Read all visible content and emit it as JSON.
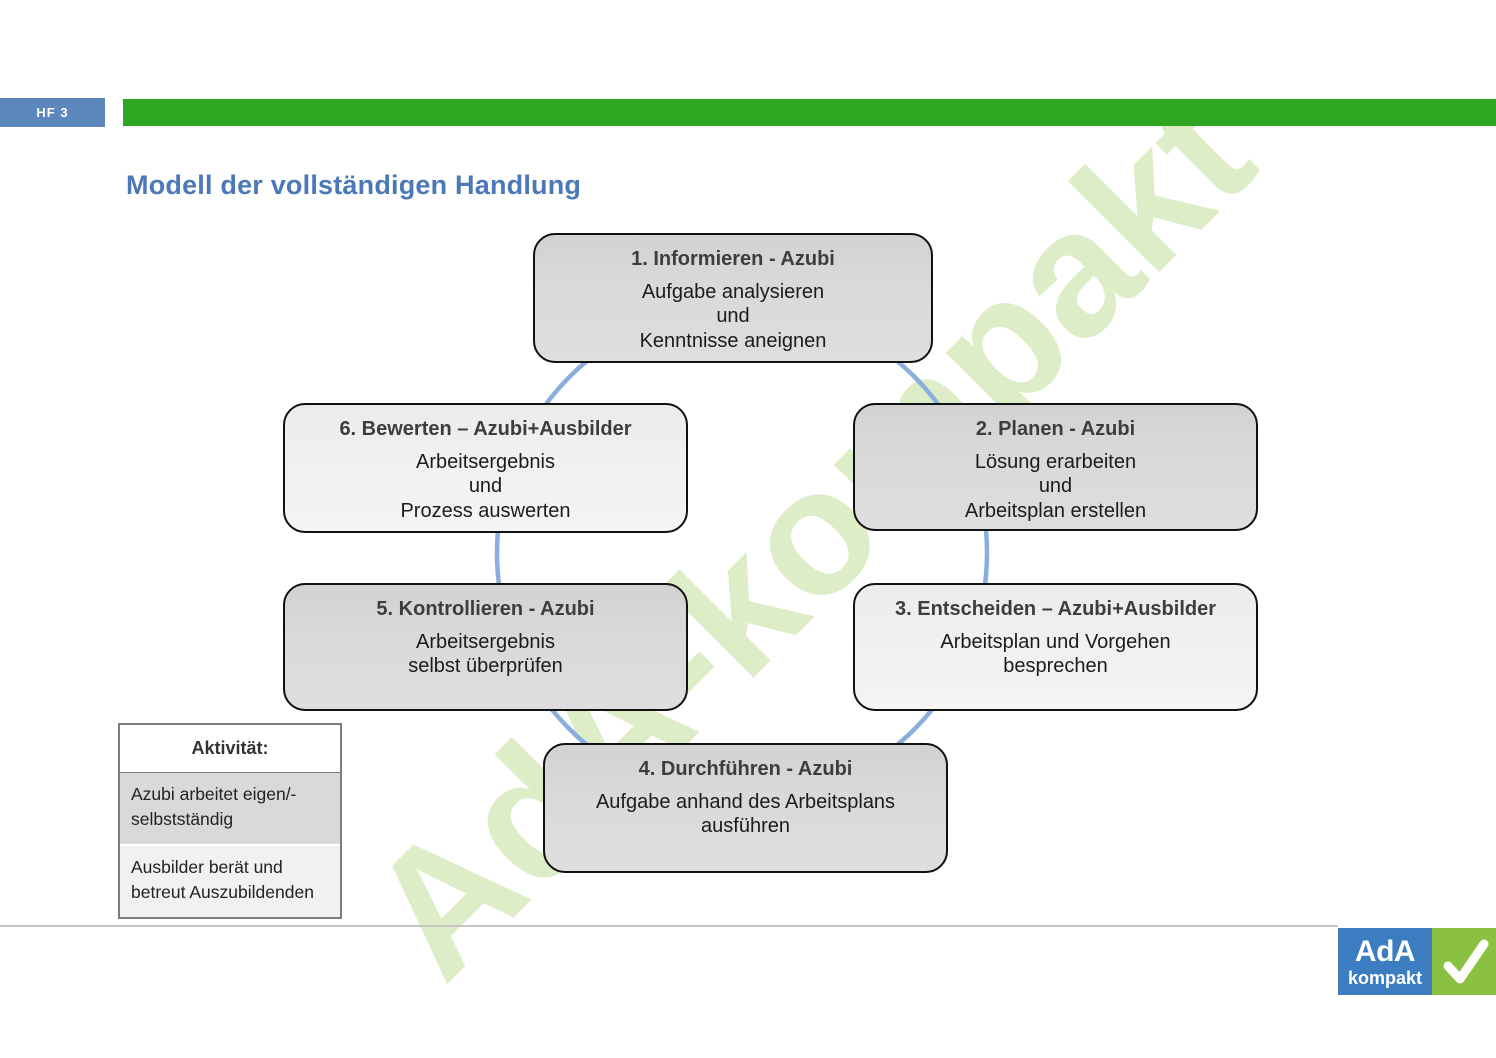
{
  "header": {
    "tab_label": "HF 3",
    "tab_color": "#5b87bd",
    "bar_color": "#2ea621"
  },
  "title": {
    "text": "Modell der vollständigen Handlung",
    "color": "#4b79b8"
  },
  "watermark": {
    "text": "AdA-kompakt",
    "color": "#dcedc8"
  },
  "cycle": {
    "connector_color": "#8aaedd",
    "colors": {
      "azubi_fill": "#d9d9d9",
      "azubi_ausbilder_fill": "#f1f1f0",
      "border": "#111111"
    },
    "steps": [
      {
        "title": "1. Informieren - Azubi",
        "body": "Aufgabe analysieren\nund\nKenntnisse aneignen",
        "actor": "azubi"
      },
      {
        "title": "2. Planen - Azubi",
        "body": "Lösung erarbeiten\nund\nArbeitsplan erstellen",
        "actor": "azubi"
      },
      {
        "title": "3. Entscheiden – Azubi+Ausbilder",
        "body": "Arbeitsplan und Vorgehen\nbesprechen",
        "actor": "azubi_ausbilder"
      },
      {
        "title": "4. Durchführen - Azubi",
        "body": "Aufgabe anhand des Arbeitsplans\nausführen",
        "actor": "azubi"
      },
      {
        "title": "5. Kontrollieren - Azubi",
        "body": "Arbeitsergebnis\nselbst überprüfen",
        "actor": "azubi"
      },
      {
        "title": "6. Bewerten – Azubi+Ausbilder",
        "body": "Arbeitsergebnis\nund\nProzess auswerten",
        "actor": "azubi_ausbilder"
      }
    ]
  },
  "legend": {
    "header": "Aktivität:",
    "rows": [
      {
        "label": "Azubi arbeitet eigen/-\nselbstständig",
        "fill": "#d9d9d9"
      },
      {
        "label": "Ausbilder berät und\nbetreut Auszubildenden",
        "fill": "#f1f1f0"
      }
    ]
  },
  "footer": {
    "logo": {
      "line1": "AdA",
      "line2": "kompakt",
      "blue": "#3c7dc1",
      "green": "#8bc140",
      "check_icon": "checkmark"
    }
  }
}
